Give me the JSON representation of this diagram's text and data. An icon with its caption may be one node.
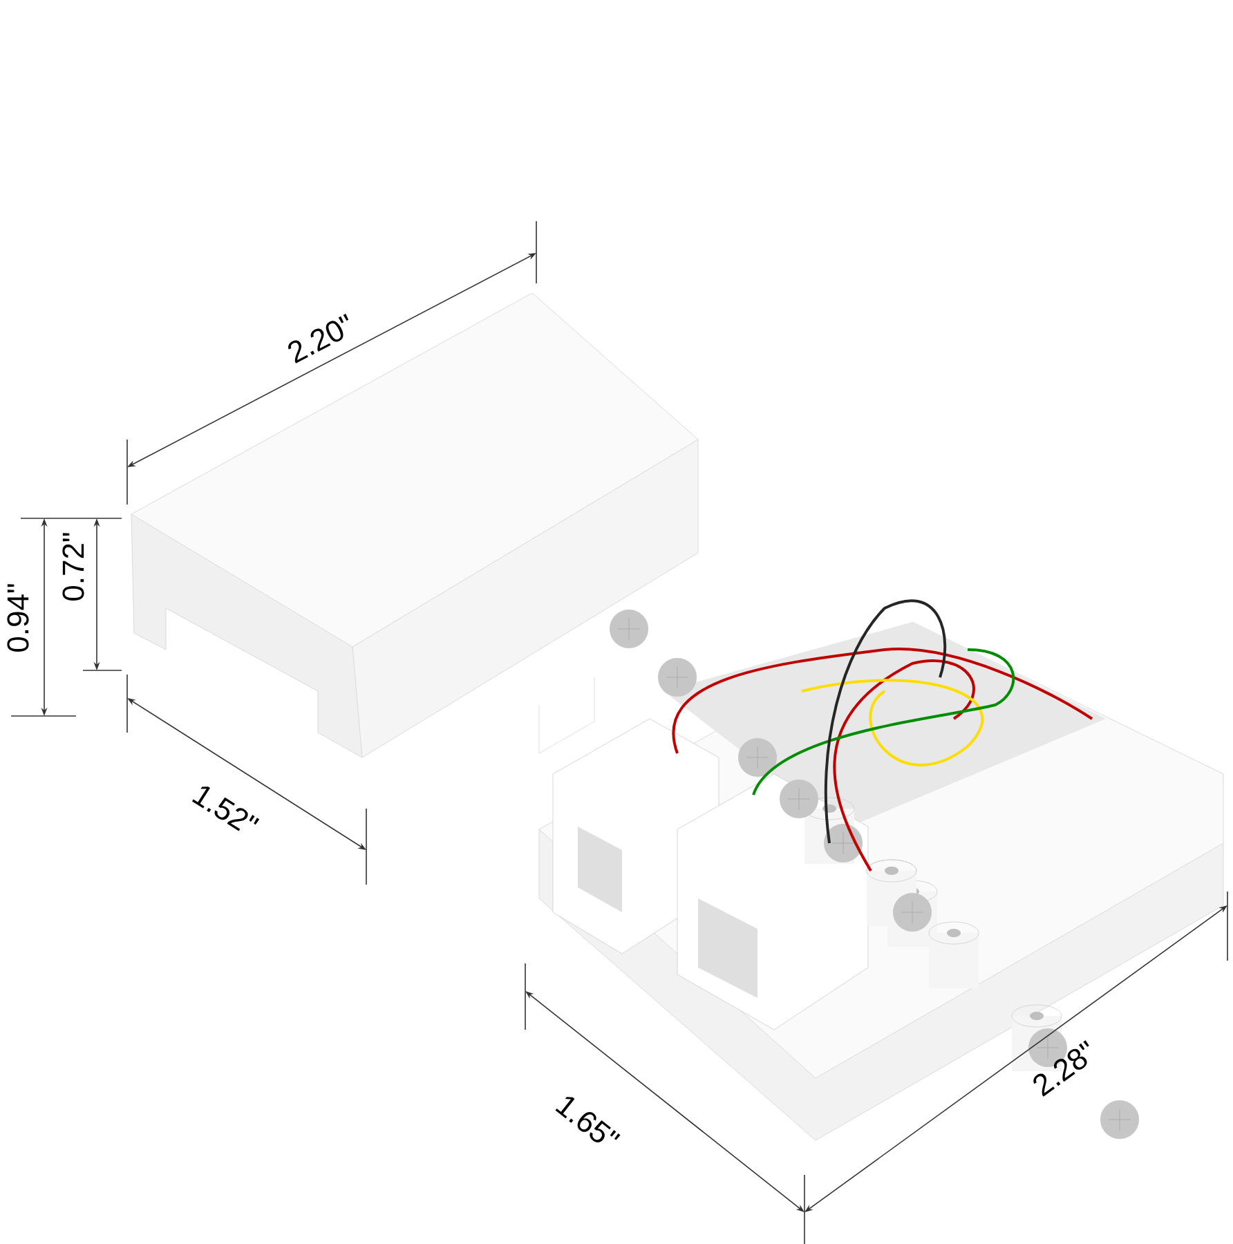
{
  "diagram": {
    "labels": [
      "2.20\"",
      "0.94\"",
      "0.72\"",
      "1.52\"",
      "1.65\"",
      "2.28\""
    ]
  }
}
